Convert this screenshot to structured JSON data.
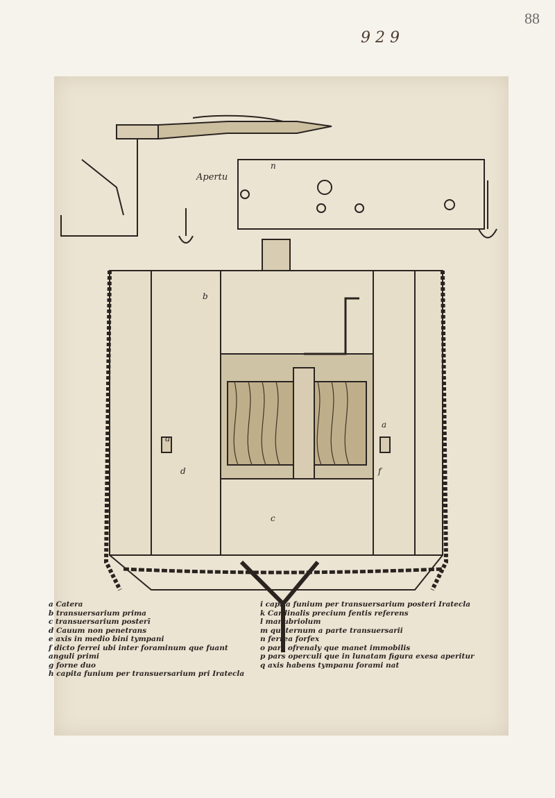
{
  "page_number": "88",
  "folio": "9 2 9",
  "aperta": "Apertu",
  "letters": {
    "a_left": "a",
    "a_right": "a",
    "b": "b",
    "c": "c",
    "d": "d",
    "f": "f",
    "n": "n"
  },
  "legend_left": [
    "a Catera",
    "b transuersarium prima",
    "c transuersarium posterī",
    "d Cauum non penetrans",
    "e axis in medio bini tympani",
    "f dicto ferrei ubi inter foraminum que fuant",
    "   anguli primi",
    "g forne duo",
    "h capita funium per transuersarium pri Iratecla"
  ],
  "legend_right": [
    "i capita funium per transuersarium posteri Iratecla",
    "k Cardinalis precium fentis referens",
    "l manubriolum",
    "m quaternum a parte transuersarii",
    "n ferrea forfex",
    "o pars ofrenaly que manet immobilis",
    "p pars operculi que in lunatam figura exesa aperitur",
    "q axis habens tympanu forami nat"
  ],
  "colors": {
    "ink": "#2a2420",
    "paper": "#ece4d3",
    "page": "#f6f3ec"
  }
}
